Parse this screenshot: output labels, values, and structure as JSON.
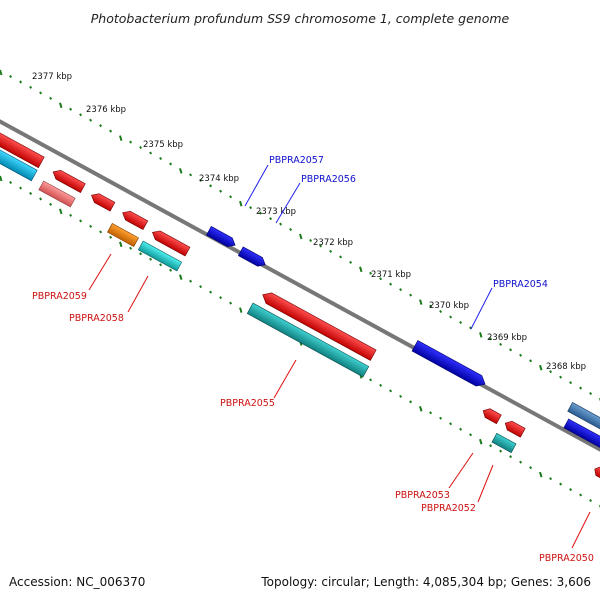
{
  "title": "Photobacterium profundum SS9 chromosome 1, complete genome",
  "footer": {
    "accession": "Accession: NC_006370",
    "summary": "Topology: circular; Length: 4,085,304 bp; Genes: 3,606"
  },
  "kbp_labels": [
    "2377 kbp",
    "2376 kbp",
    "2375 kbp",
    "2374 kbp",
    "2373 kbp",
    "2372 kbp",
    "2371 kbp",
    "2370 kbp",
    "2369 kbp",
    "2368 kbp"
  ],
  "gene_labels": {
    "PBPRA2057": "PBPRA2057",
    "PBPRA2056": "PBPRA2056",
    "PBPRA2054": "PBPRA2054",
    "PBPRA2059": "PBPRA2059",
    "PBPRA2058": "PBPRA2058",
    "PBPRA2055": "PBPRA2055",
    "PBPRA2053": "PBPRA2053",
    "PBPRA2052": "PBPRA2052",
    "PBPRA2050": "PBPRA2050"
  },
  "colors": {
    "forward_strand": "#1010e0",
    "reverse_strand": "#e00010",
    "backbone": "#808080",
    "tick": "#1a7a1a",
    "cyan": "#20c8c8",
    "orange": "#f08000",
    "pink": "#f07070",
    "steel": "#3a78b0"
  }
}
